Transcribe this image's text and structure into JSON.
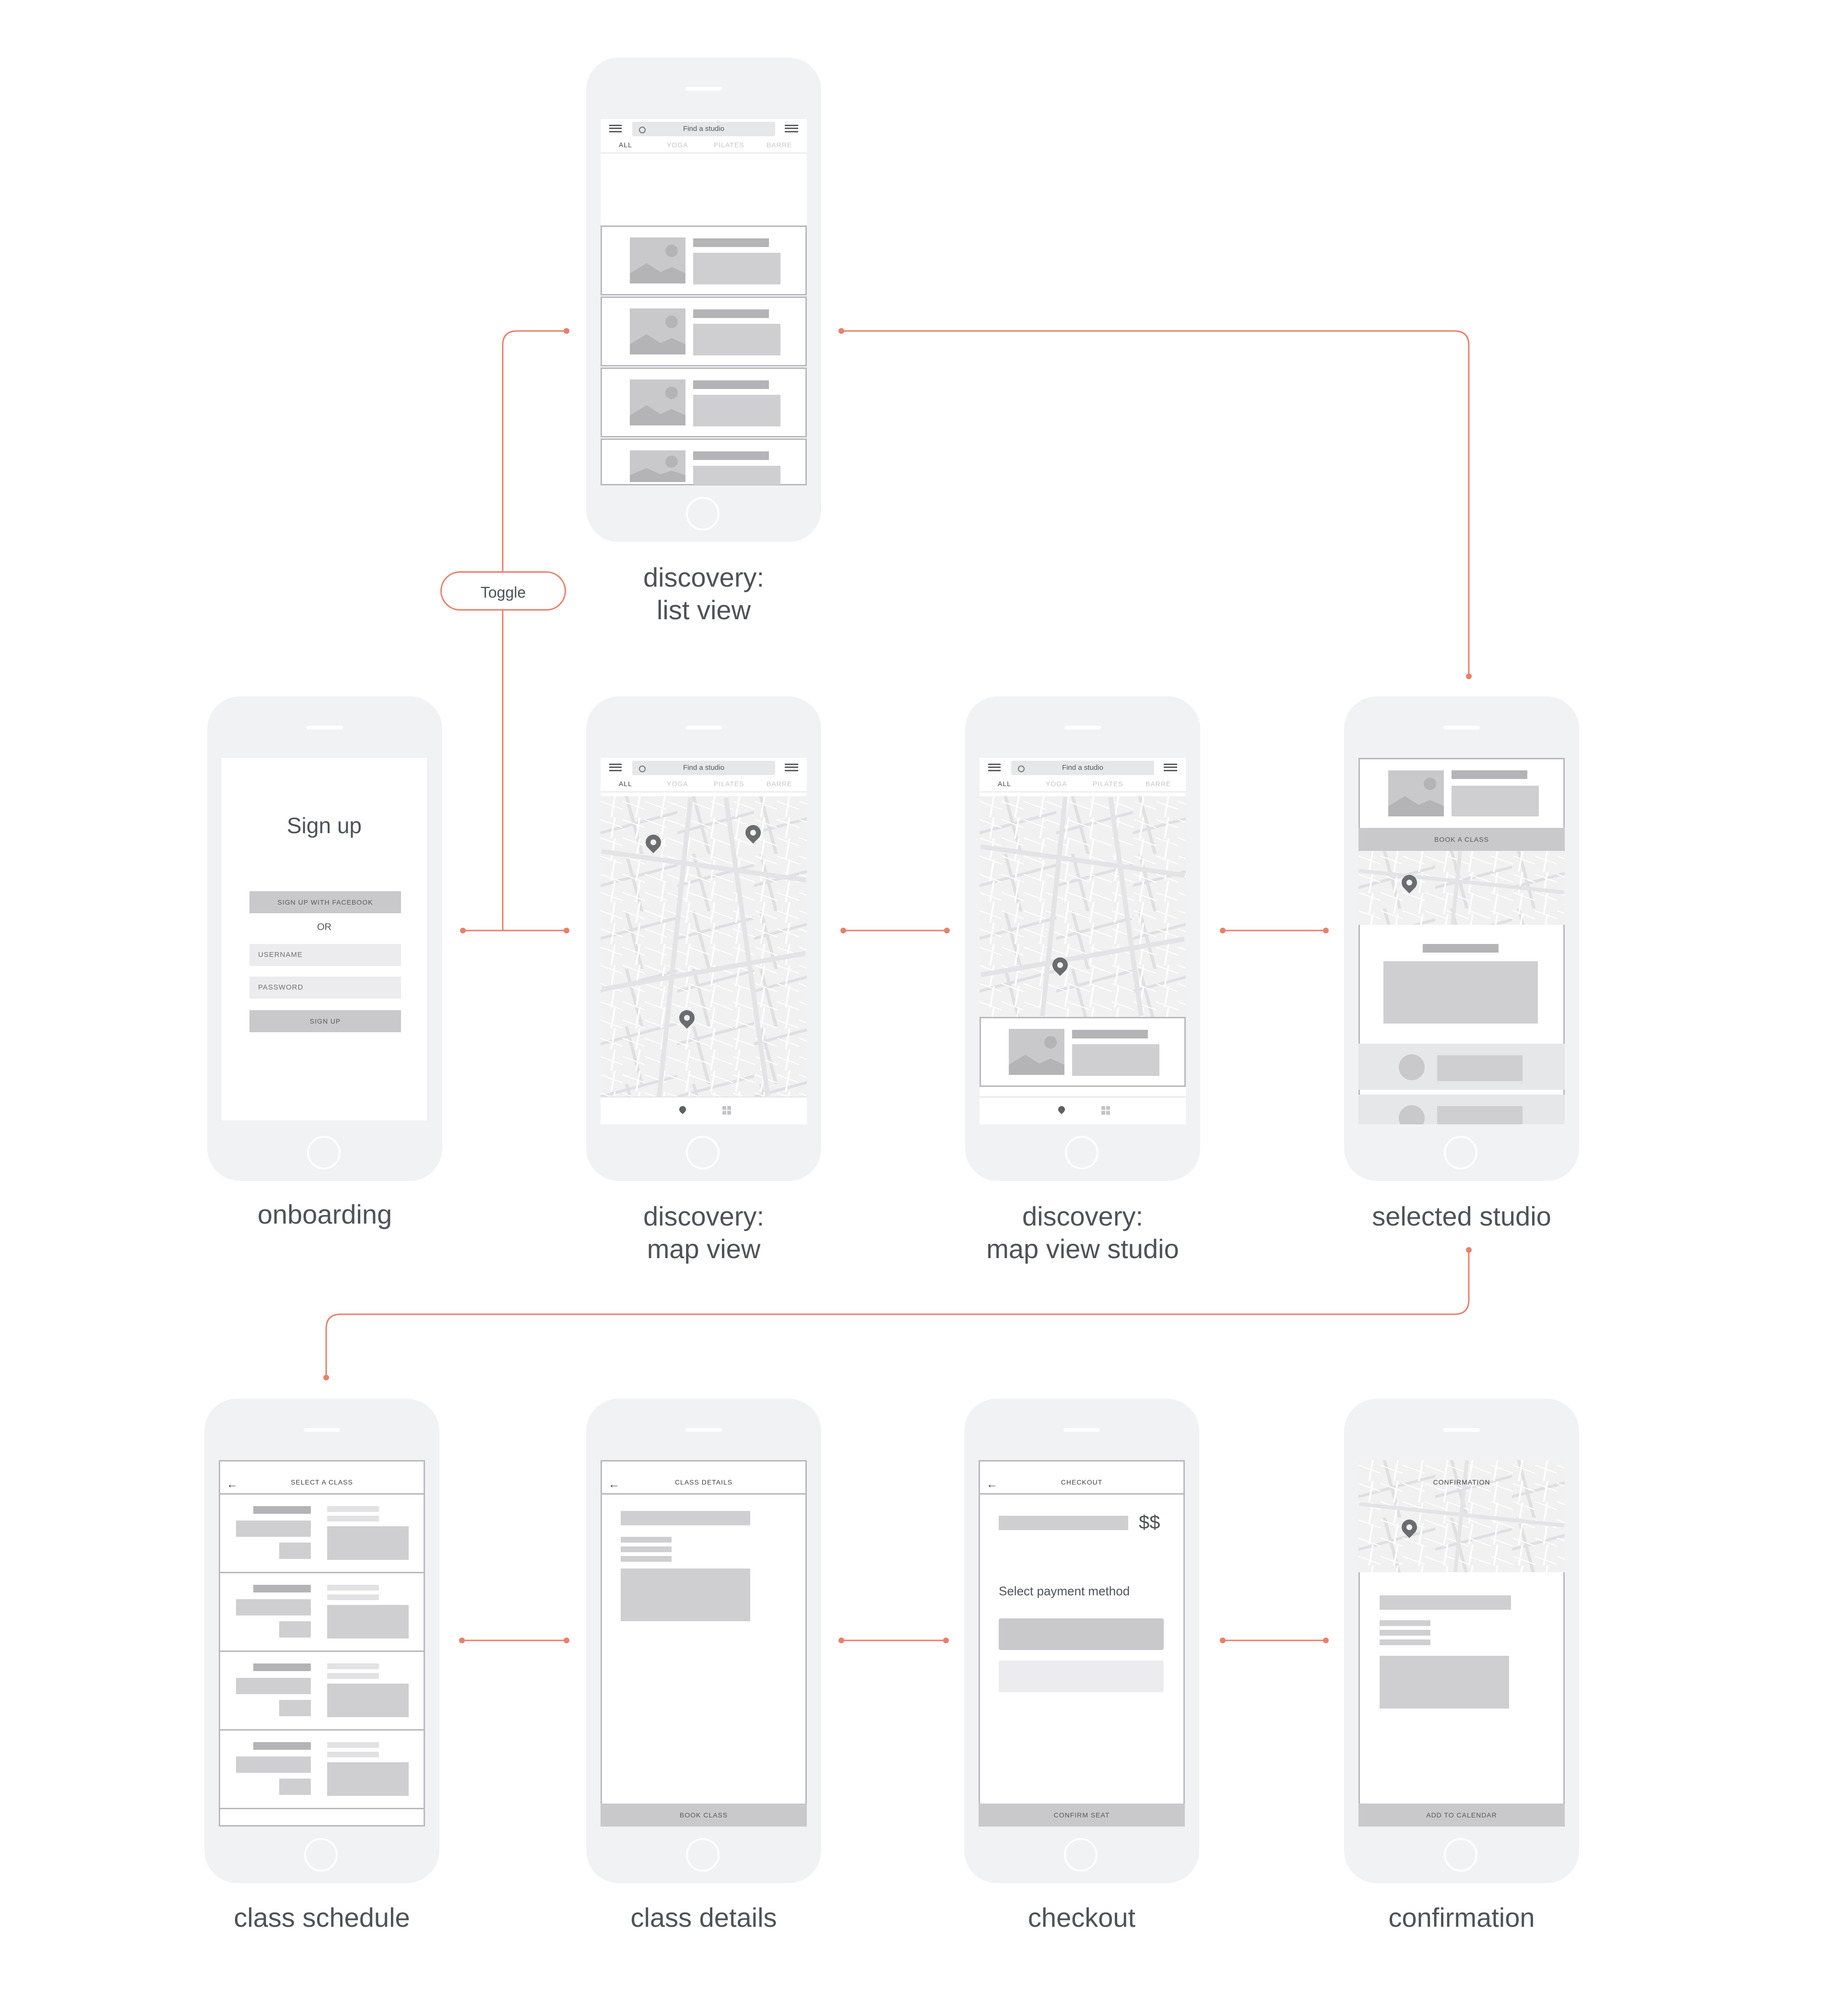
{
  "screens": {
    "list": {
      "caption_1": "discovery:",
      "caption_2": "list view",
      "search_placeholder": "Find a studio",
      "tabs": [
        "ALL",
        "YOGA",
        "PILATES",
        "BARRE"
      ]
    },
    "onboarding": {
      "caption": "onboarding",
      "title": "Sign up",
      "facebook_button": "SIGN UP WITH FACEBOOK",
      "or_text": "OR",
      "username_placeholder": "USERNAME",
      "password_placeholder": "PASSWORD",
      "signup_button": "SIGN UP"
    },
    "map": {
      "caption_1": "discovery:",
      "caption_2": "map view",
      "search_placeholder": "Find a studio",
      "tabs": [
        "ALL",
        "YOGA",
        "PILATES",
        "BARRE"
      ]
    },
    "map_studio": {
      "caption_1": "discovery:",
      "caption_2": "map view studio",
      "search_placeholder": "Find a studio",
      "tabs": [
        "ALL",
        "YOGA",
        "PILATES",
        "BARRE"
      ]
    },
    "selected": {
      "caption": "selected studio",
      "book_button": "BOOK A CLASS"
    },
    "schedule": {
      "caption": "class schedule",
      "header": "SELECT A CLASS"
    },
    "details": {
      "caption": "class details",
      "header": "CLASS DETAILS",
      "book_button": "BOOK CLASS"
    },
    "checkout": {
      "caption": "checkout",
      "header": "CHECKOUT",
      "price": "$$",
      "payment_label": "Select payment method",
      "confirm_button": "CONFIRM SEAT"
    },
    "confirmation": {
      "caption": "confirmation",
      "header": "CONFIRMATION",
      "calendar_button": "ADD TO CALENDAR"
    }
  },
  "toggle_label": "Toggle",
  "colors": {
    "connector": "#e8806c",
    "phone": "#f0f2f4",
    "caption": "#4f5258"
  },
  "icons": [
    "menu-icon",
    "filter-icon",
    "search-icon",
    "map-pin-icon",
    "grid-icon",
    "back-arrow-icon",
    "avatar-icon",
    "image-placeholder-icon"
  ]
}
